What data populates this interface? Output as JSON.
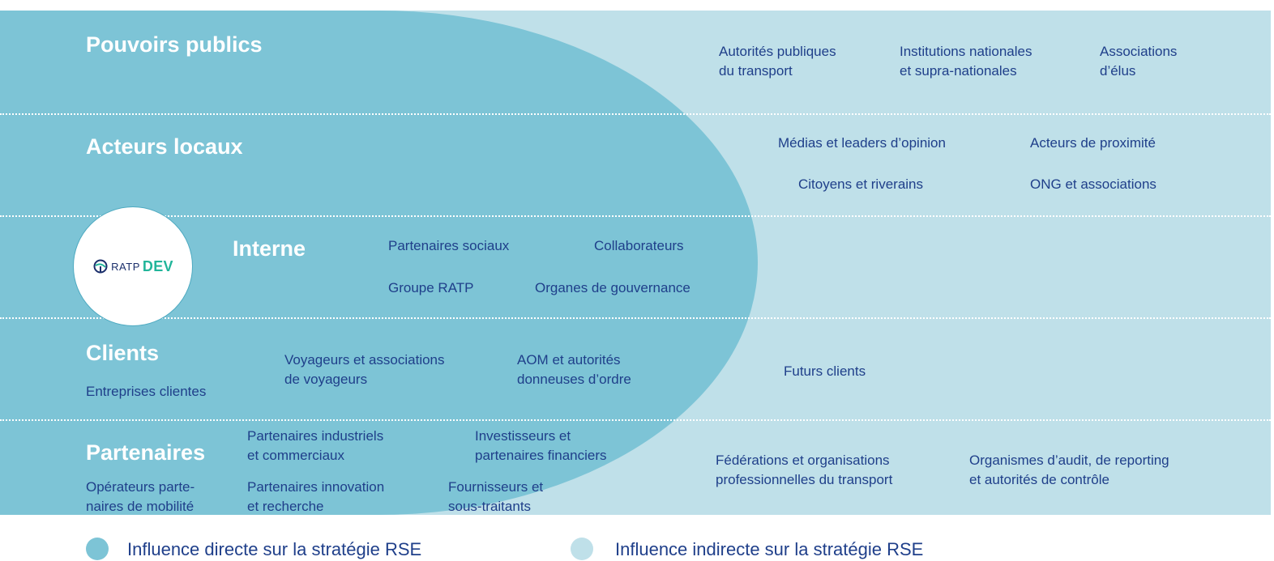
{
  "colors": {
    "direct": "#7dc4d6",
    "indirect": "#bfe0e9",
    "text": "#1f3f8a",
    "title": "#ffffff"
  },
  "rows": {
    "pouvoirs": {
      "title": "Pouvoirs publics",
      "items": [
        "Autorités publiques\ndu transport",
        "Institutions nationales\net supra-nationales",
        "Associations\nd’élus"
      ]
    },
    "locaux": {
      "title": "Acteurs locaux",
      "items": [
        "Médias et leaders d’opinion",
        "Acteurs de proximité",
        "Citoyens et riverains",
        "ONG et associations"
      ]
    },
    "interne": {
      "title": "Interne",
      "items": [
        "Partenaires sociaux",
        "Collaborateurs",
        "Groupe RATP",
        "Organes de gouvernance"
      ]
    },
    "clients": {
      "title": "Clients",
      "items": [
        "Entreprises clientes",
        "Voyageurs et associations\nde voyageurs",
        "AOM et autorités\ndonneuses d’ordre",
        "Futurs clients"
      ]
    },
    "partenaires": {
      "title": "Partenaires",
      "items": [
        "Opérateurs parte-\nnaires de mobilité",
        "Partenaires industriels\net commerciaux",
        "Partenaires innovation\net recherche",
        "Investisseurs et\npartenaires financiers",
        "Fournisseurs et\nsous-traitants",
        "Fédérations et organisations\nprofessionnelles du transport",
        "Organismes d’audit, de reporting\net autorités de contrôle"
      ]
    }
  },
  "logo": {
    "part1": "RATP",
    "part2": "DEV",
    "icon": "ratp-swirl-icon"
  },
  "legend": {
    "direct": "Influence directe sur la stratégie RSE",
    "indirect": "Influence indirecte sur la stratégie RSE"
  }
}
